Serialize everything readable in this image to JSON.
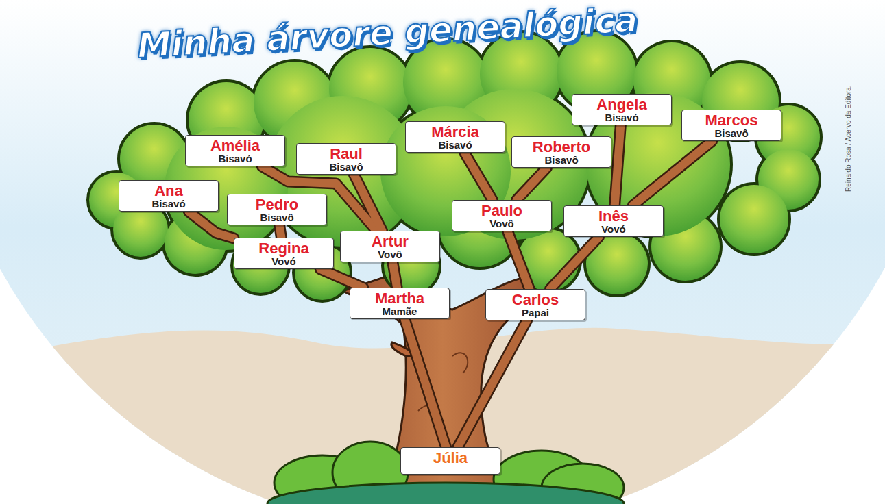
{
  "diagram": {
    "title": "Minha árvore genealógica",
    "nodes": [
      {
        "text": [
          "Ana",
          "Bisavó"
        ]
      },
      {
        "text": [
          "Amélia",
          "Bisavó"
        ]
      },
      {
        "text": [
          "Pedro",
          "Bisavô"
        ]
      },
      {
        "text": [
          "Raul",
          "Bisavô"
        ]
      },
      {
        "text": [
          "Márcia",
          "Bisavó"
        ]
      },
      {
        "text": [
          "Roberto",
          "Bisavô"
        ]
      },
      {
        "text": [
          "Angela",
          "Bisavó"
        ]
      },
      {
        "text": [
          "Marcos",
          "Bisavô"
        ]
      },
      {
        "text": [
          "Regina",
          "Vovó"
        ]
      },
      {
        "text": [
          "Artur",
          "Vovô"
        ]
      },
      {
        "text": [
          "Paulo",
          "Vovô"
        ]
      },
      {
        "text": [
          "Inês",
          "Vovó"
        ]
      },
      {
        "text": [
          "Martha",
          "Mamãe"
        ]
      },
      {
        "text": [
          "Carlos",
          "Papai"
        ]
      },
      {
        "text": [
          "Júlia"
        ]
      }
    ],
    "edges": [
      {
        "from": 14,
        "to": 12,
        "arrow": "none"
      },
      {
        "from": 14,
        "to": 13,
        "arrow": "none"
      },
      {
        "from": 12,
        "to": 8,
        "arrow": "none"
      },
      {
        "from": 12,
        "to": 9,
        "arrow": "none"
      },
      {
        "from": 8,
        "to": 0,
        "arrow": "none"
      },
      {
        "from": 8,
        "to": 2,
        "arrow": "none"
      },
      {
        "from": 9,
        "to": 1,
        "arrow": "none"
      },
      {
        "from": 9,
        "to": 3,
        "arrow": "none"
      },
      {
        "from": 13,
        "to": 10,
        "arrow": "none"
      },
      {
        "from": 13,
        "to": 11,
        "arrow": "none"
      },
      {
        "from": 10,
        "to": 4,
        "arrow": "none"
      },
      {
        "from": 10,
        "to": 5,
        "arrow": "none"
      },
      {
        "from": 11,
        "to": 6,
        "arrow": "none"
      },
      {
        "from": 11,
        "to": 7,
        "arrow": "none"
      }
    ],
    "labels": [
      "Reinaldo Rosa / Acervo da Editora."
    ]
  }
}
